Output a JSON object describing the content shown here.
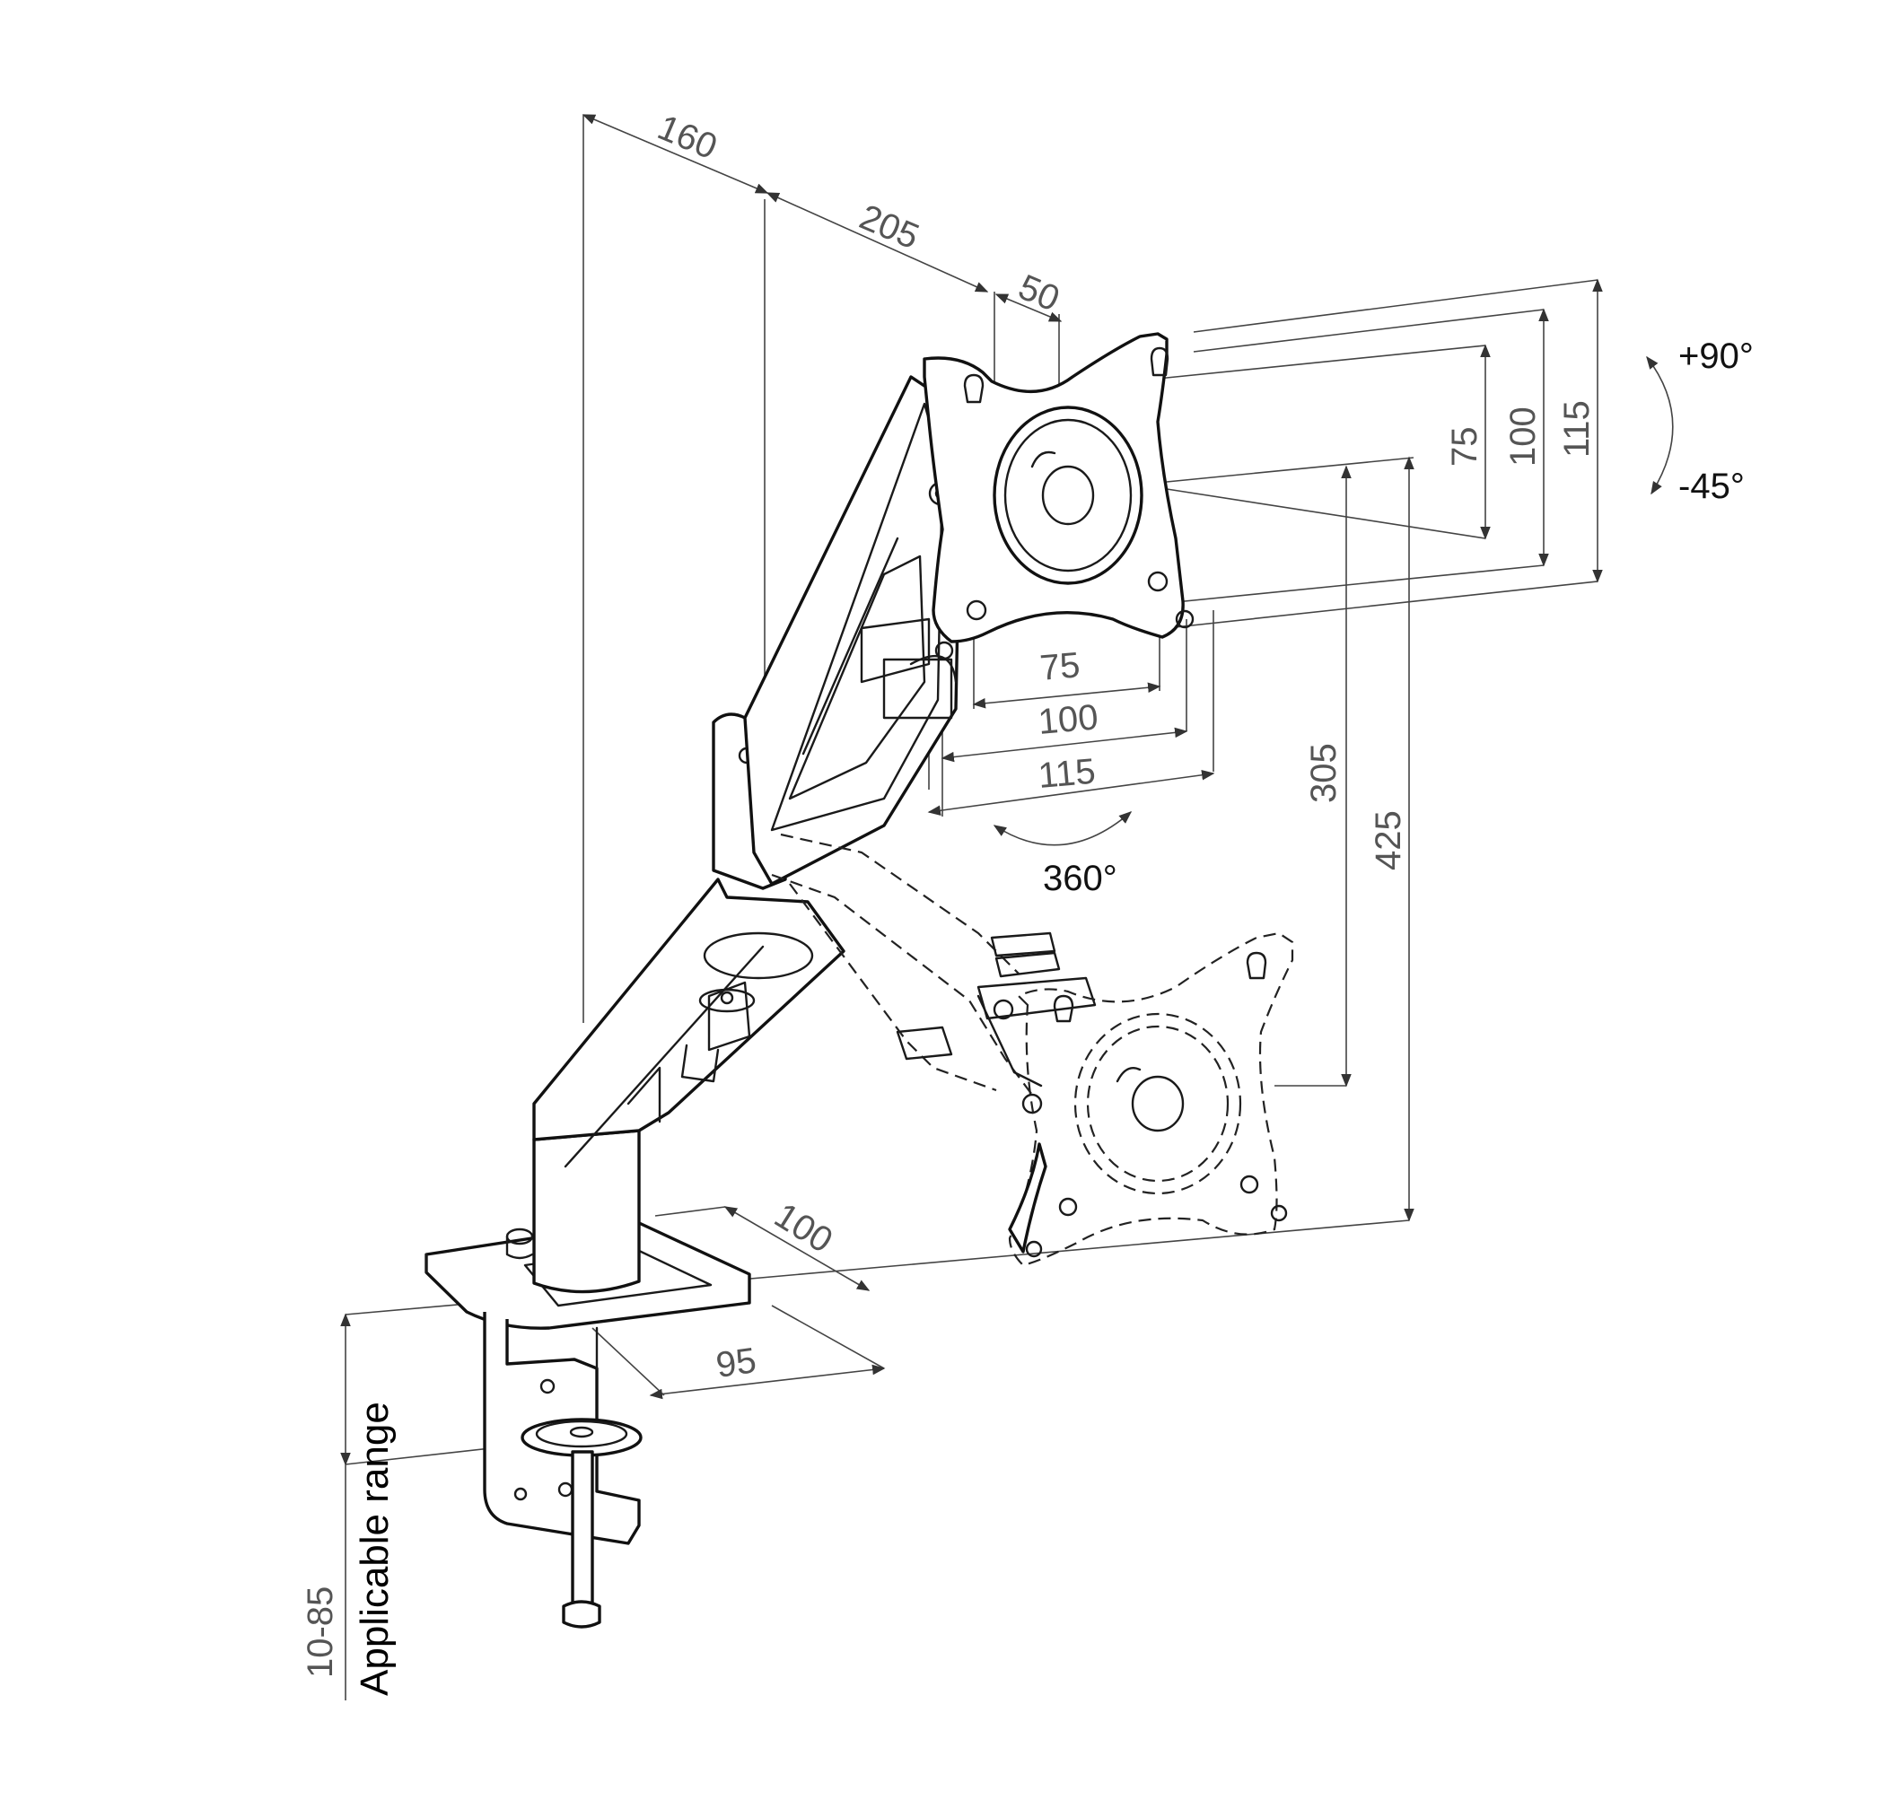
{
  "colors": {
    "line": "#1a1a1a",
    "dimension": "#444444",
    "dimension_text": "#555555",
    "background": "#ffffff"
  },
  "dimensions": {
    "arm_segment_1": "160",
    "arm_segment_2": "205",
    "offset": "50",
    "vesa_v_75": "75",
    "vesa_v_100": "100",
    "vesa_v_115": "115",
    "vesa_h_75": "75",
    "vesa_h_100": "100",
    "vesa_h_115": "115",
    "height_min": "305",
    "height_max": "425",
    "base_depth": "100",
    "base_width": "95",
    "clamp_range": "10-85"
  },
  "labels": {
    "tilt_up": "+90°",
    "tilt_down": "-45°",
    "rotation": "360°",
    "applicable_range": "Applicable range"
  }
}
